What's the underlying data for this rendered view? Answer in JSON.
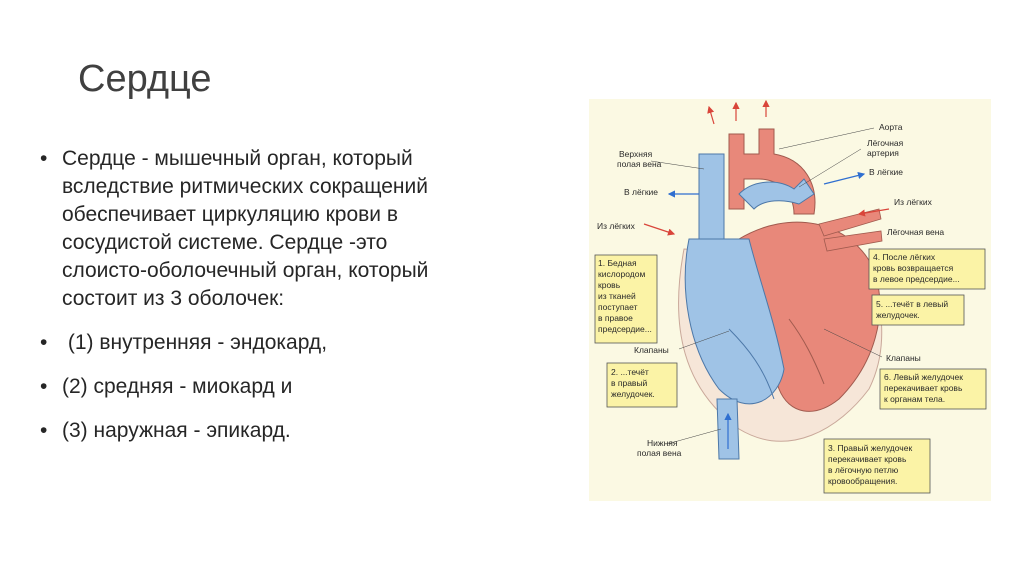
{
  "title": "Сердце",
  "bullets": [
    {
      "line1": "Сердце - мышечный орган, который",
      "line2": "вследствие ритмических сокращений",
      "line3": "обеспечивает циркуляцию крови в",
      "line4": "сосудистой системе. Сердце -это",
      "line5": "слоисто-оболочечный орган, который",
      "line6": "состоит из 3 оболочек:"
    },
    {
      "text": " (1) внутренняя - эндокард,"
    },
    {
      "text": "(2) средняя - миокард и"
    },
    {
      "text": "(3) наружная - эпикард."
    }
  ],
  "diagram": {
    "labels": {
      "aorta": "Аорта",
      "pulm_artery_1": "Лёгочная",
      "pulm_artery_2": "артерия",
      "to_lungs_right": "В лёгкие",
      "from_lungs_right": "Из лёгких",
      "pulm_vein": "Лёгочная вена",
      "svc_1": "Верхняя",
      "svc_2": "полая вена",
      "to_lungs_left": "В лёгкие",
      "from_lungs_left": "Из лёгких",
      "valves_left": "Клапаны",
      "valves_right": "Клапаны",
      "ivc_1": "Нижняя",
      "ivc_2": "полая вена"
    },
    "boxes": {
      "b1": [
        "1. Бедная",
        "кислородом",
        "кровь",
        "из тканей",
        "поступает",
        "в правое",
        "предсердие..."
      ],
      "b2": [
        "2. ...течёт",
        "в правый",
        "желудочек."
      ],
      "b3": [
        "3. Правый желудочек",
        "перекачивает кровь",
        "в лёгочную петлю",
        "кровообращения."
      ],
      "b4": [
        "4. После лёгких",
        "кровь возвращается",
        "в левое предсердие..."
      ],
      "b5": [
        "5. ...течёт в левый",
        "желудочек."
      ],
      "b6": [
        "6. Левый желудочек",
        "перекачивает кровь",
        "к органам тела."
      ]
    },
    "colors": {
      "oxygenated": "#e8887a",
      "deoxygenated": "#9fc3e6",
      "arrow_red": "#d9453a",
      "arrow_blue": "#2f6fd0",
      "box": "#fbf3a6"
    }
  }
}
